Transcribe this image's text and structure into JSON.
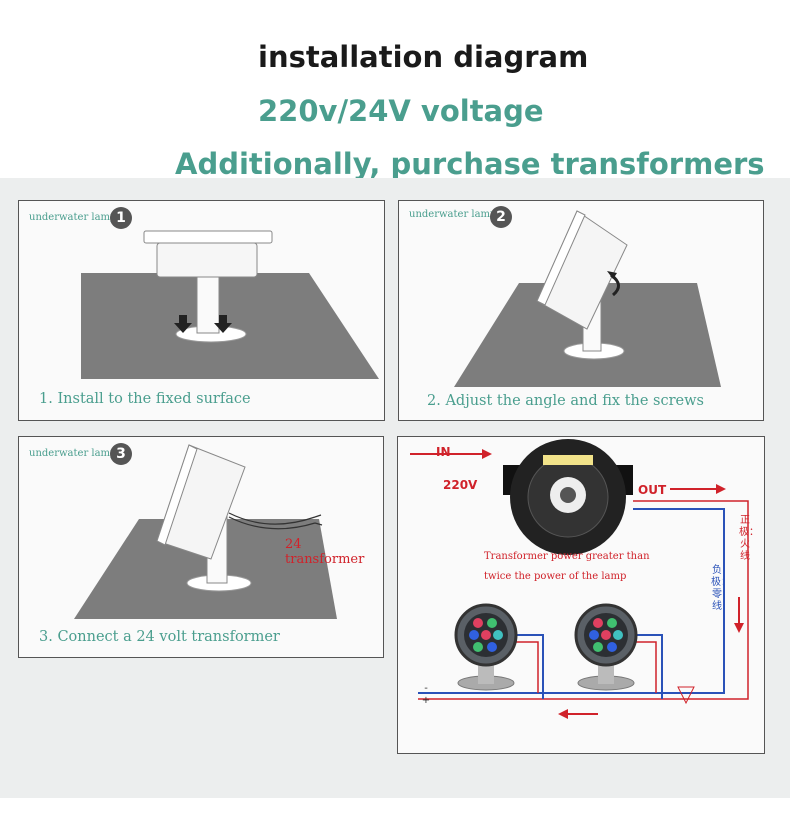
{
  "header": {
    "title": "installation diagram",
    "voltage": "220v/24V voltage",
    "note": "Additionally, purchase transformers"
  },
  "steps": [
    {
      "lamp_label": "underwater lamp",
      "number": "1",
      "caption": "1. Install to the fixed surface"
    },
    {
      "lamp_label": "underwater lamp",
      "number": "2",
      "caption": "2. Adjust the angle and fix the screws"
    },
    {
      "lamp_label": "underwater lamp",
      "number": "3",
      "caption": "3. Connect a 24 volt transformer",
      "transformer_label": "24 transformer"
    }
  ],
  "wiring": {
    "in_label": "IN",
    "voltage_label": "220V",
    "out_label": "OUT",
    "note_line1": "Transformer power greater than",
    "note_line2": "twice the power of the lamp",
    "positive_label": "正极：火线",
    "negative_label": "负极：零线",
    "minus_sign": "-",
    "plus_sign": "+"
  },
  "colors": {
    "teal": "#4a9e8e",
    "red": "#d0222a",
    "wire_blue": "#2a52b8",
    "surface_gray": "#7d7d7d"
  }
}
